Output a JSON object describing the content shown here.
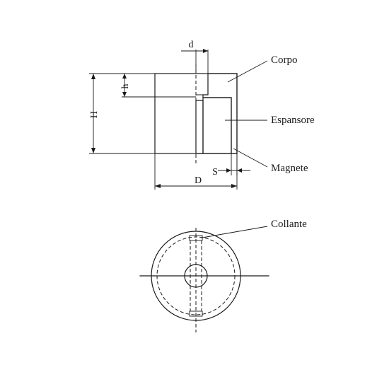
{
  "diagram": {
    "labels": {
      "body": "Corpo",
      "expander": "Espansore",
      "magnet": "Magnete",
      "glue": "Collante"
    },
    "dimensions": {
      "d": "d",
      "h": "h",
      "H": "H",
      "S": "S",
      "D": "D"
    }
  }
}
